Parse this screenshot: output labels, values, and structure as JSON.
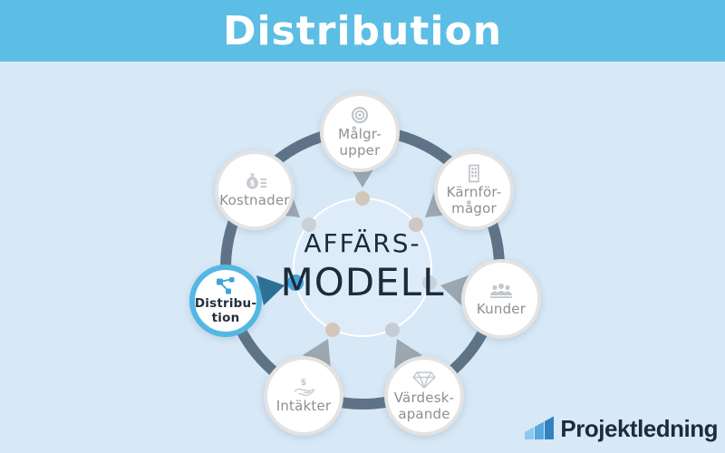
{
  "banner": {
    "title": "Distribution",
    "bg_color": "#5cbee4",
    "text_color": "#ffffff"
  },
  "center": {
    "line1": "AFFÄRS-",
    "line2": "MODELL",
    "text_color": "#1d2b3a"
  },
  "nodes": [
    {
      "id": "malgrupper",
      "label": "Målgr-\nupper",
      "icon": "target-icon",
      "highlighted": false
    },
    {
      "id": "karnformagor",
      "label": "Kärnför-\nmågor",
      "icon": "building-icon",
      "highlighted": false
    },
    {
      "id": "kunder",
      "label": "Kunder",
      "icon": "people-icon",
      "highlighted": false
    },
    {
      "id": "vardeskapande",
      "label": "Värdesk-\napande",
      "icon": "diamond-icon",
      "highlighted": false
    },
    {
      "id": "intakter",
      "label": "Intäkter",
      "icon": "hand-money-icon",
      "highlighted": false
    },
    {
      "id": "distribution",
      "label": "Distribu-\ntion",
      "icon": "network-icon",
      "highlighted": true
    },
    {
      "id": "kostnader",
      "label": "Kostnader",
      "icon": "money-bag-icon",
      "highlighted": false
    }
  ],
  "logo": {
    "text": "Projektledning"
  },
  "colors": {
    "background": "#d7e8f6",
    "ring": "#5e7486",
    "highlight_blue": "#54b7e3",
    "highlight_arrow": "#2e6f96",
    "center_circle_fill": "#deecf9",
    "node_border": "#e4e3e2",
    "label_gray": "#8f8f8f",
    "dot_tan": "#d3c7bc",
    "dot_gray": "#c9d0d6",
    "dot_blue": "#3fa2da"
  }
}
